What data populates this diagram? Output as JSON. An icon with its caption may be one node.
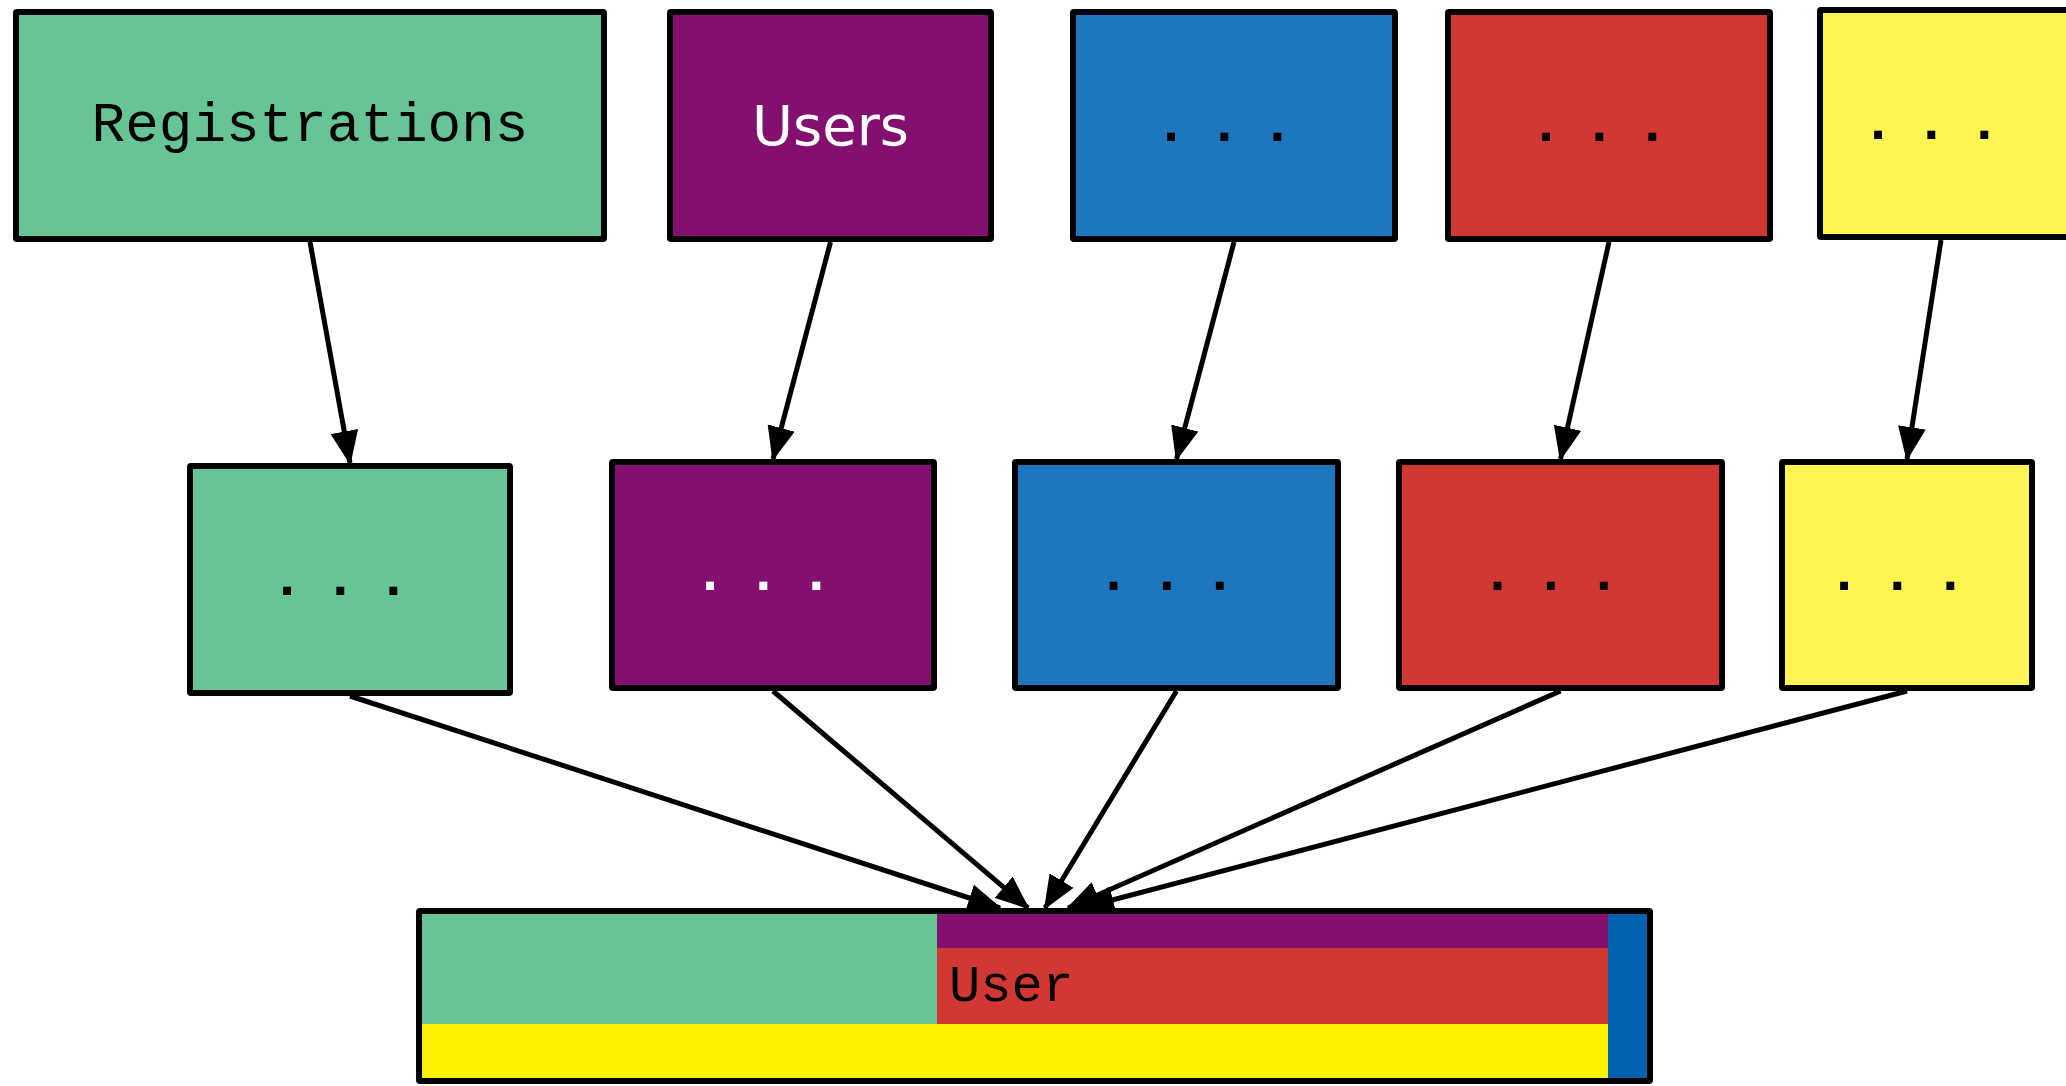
{
  "diagram": {
    "nodes": [
      {
        "text": [
          "Registrations"
        ]
      },
      {
        "text": [
          "Users"
        ]
      },
      {
        "text": [
          "..."
        ]
      },
      {
        "text": [
          "..."
        ]
      },
      {
        "text": [
          "..."
        ]
      },
      {
        "text": [
          "..."
        ]
      },
      {
        "text": [
          "..."
        ]
      },
      {
        "text": [
          "..."
        ]
      },
      {
        "text": [
          "..."
        ]
      },
      {
        "text": [
          "..."
        ]
      },
      {
        "text": [
          "User"
        ]
      }
    ],
    "edges": [
      {
        "from": 0,
        "to": 5,
        "arrow": "to"
      },
      {
        "from": 1,
        "to": 6,
        "arrow": "to"
      },
      {
        "from": 2,
        "to": 7,
        "arrow": "to"
      },
      {
        "from": 3,
        "to": 8,
        "arrow": "to"
      },
      {
        "from": 4,
        "to": 9,
        "arrow": "to"
      },
      {
        "from": 5,
        "to": 10,
        "arrow": "to"
      },
      {
        "from": 6,
        "to": 10,
        "arrow": "to"
      },
      {
        "from": 7,
        "to": 10,
        "arrow": "to"
      },
      {
        "from": 8,
        "to": 10,
        "arrow": "to"
      },
      {
        "from": 9,
        "to": 10,
        "arrow": "to"
      }
    ]
  }
}
